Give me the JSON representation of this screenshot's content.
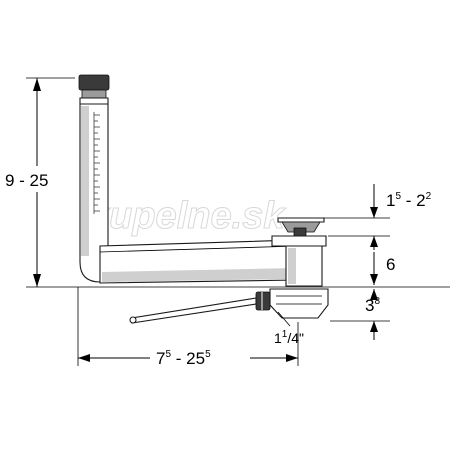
{
  "dimensions": {
    "height_total": "9 - 25",
    "top_offset": {
      "a": "1",
      "a_sup": "5",
      "sep": " - ",
      "b": "2",
      "b_sup": "2"
    },
    "middle": "6",
    "bottom": {
      "base": "3",
      "sup": "8"
    },
    "thread": {
      "base": "1",
      "sup": "1",
      "rest": "/4\""
    },
    "width": {
      "a": "7",
      "a_sup": "5",
      "sep": " - ",
      "b": "25",
      "b_sup": "5"
    }
  },
  "watermark": "kupelne.sk"
}
